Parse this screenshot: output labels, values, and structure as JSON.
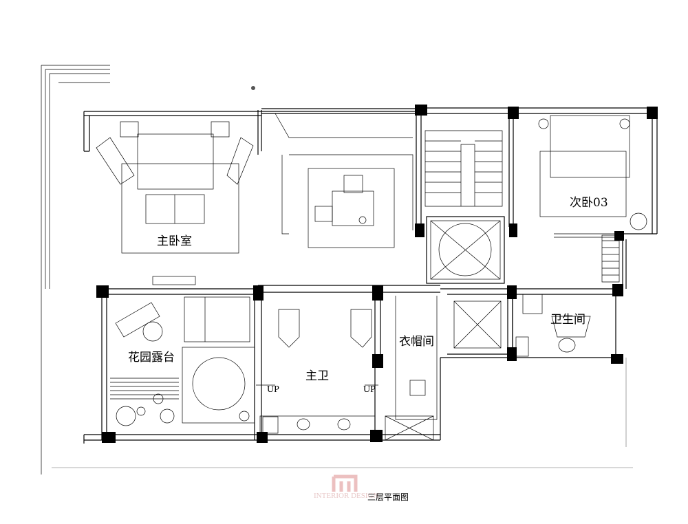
{
  "plan": {
    "title": "三层平面图",
    "watermark": "INTERIOR DESIGN",
    "rooms": {
      "master_bedroom": "主卧室",
      "bedroom_03": "次卧03",
      "garden_terrace": "花园露台",
      "master_bath": "主卫",
      "cloakroom": "衣帽间",
      "bathroom": "卫生间"
    },
    "stairs": {
      "up_left": "UP",
      "up_right": "UP"
    }
  }
}
